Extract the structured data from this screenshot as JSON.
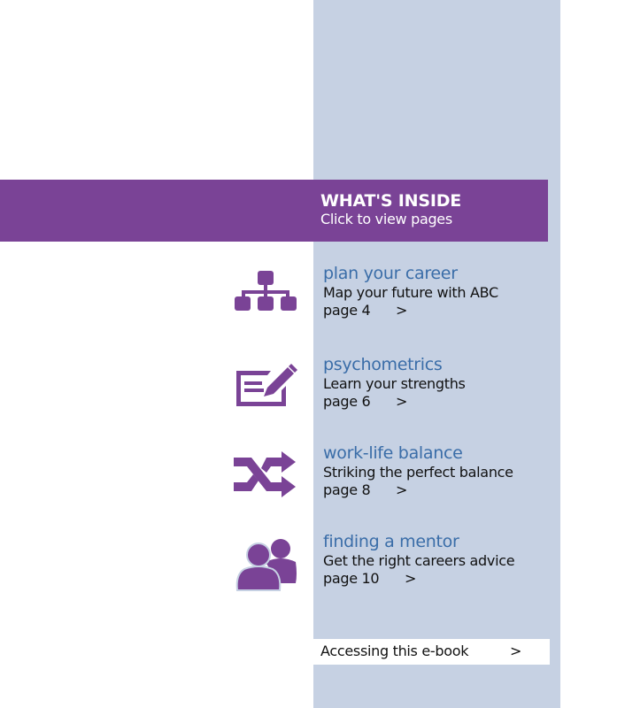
{
  "colors": {
    "panel": "#c6d1e3",
    "banner": "#7a4396",
    "icon": "#7a4396",
    "section_title": "#3a6da8",
    "access_bg": "#ffffff"
  },
  "banner": {
    "title": "WHAT'S INSIDE",
    "subtitle": "Click to view pages"
  },
  "sections": [
    {
      "icon": "org-chart-icon",
      "title": "plan your career",
      "description": "Map your future with ABC",
      "page": "page 4",
      "arrow": ">"
    },
    {
      "icon": "pen-form-icon",
      "title": "psychometrics",
      "description": "Learn your strengths",
      "page": "page 6",
      "arrow": ">"
    },
    {
      "icon": "shuffle-icon",
      "title": "work-life balance",
      "description": "Striking the perfect balance",
      "page": "page 8",
      "arrow": ">"
    },
    {
      "icon": "people-icon",
      "title": "finding a mentor",
      "description": "Get the right careers advice",
      "page": "page 10",
      "arrow": ">"
    }
  ],
  "access": {
    "label": "Accessing this e-book",
    "arrow": ">"
  }
}
